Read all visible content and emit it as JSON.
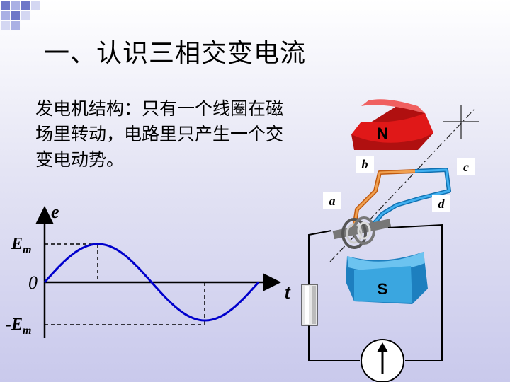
{
  "slide": {
    "title": "一、认识三相交变电流",
    "body": "发电机结构：只有一个线圈在磁场里转动，电路里只产生一个交变电动势。"
  },
  "graph": {
    "y_axis_label": "e",
    "x_axis_label": "t",
    "em_label": "E",
    "em_sub": "m",
    "zero_label": "0",
    "neg_em_label": "-E",
    "neg_em_sub": "m"
  },
  "generator": {
    "pole_n": "N",
    "pole_s": "S",
    "coil_labels": [
      "a",
      "b",
      "c",
      "d"
    ]
  },
  "colors": {
    "sine": "#0000cc",
    "pole_n": "#e01818",
    "pole_s": "#3aa6e0",
    "coil_left": "#f08a30",
    "coil_right": "#2aa0e0"
  }
}
